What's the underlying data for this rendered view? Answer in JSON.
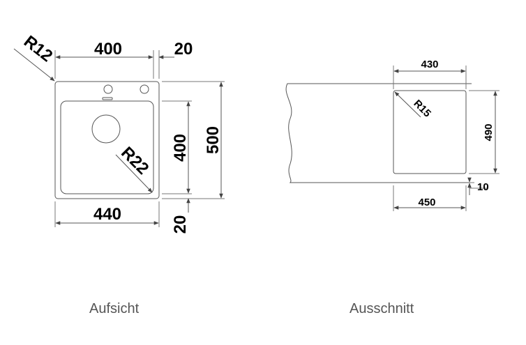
{
  "plan": {
    "caption": "Aufsicht",
    "dims": {
      "r12": "R12",
      "w400": "400",
      "w20_top": "20",
      "r22": "R22",
      "h400": "400",
      "h500": "500",
      "w440": "440",
      "h20_bottom": "20"
    }
  },
  "cutout": {
    "caption": "Ausschnitt",
    "dims": {
      "w430": "430",
      "r15": "R15",
      "h490": "490",
      "t10": "10",
      "w450": "450"
    }
  }
}
